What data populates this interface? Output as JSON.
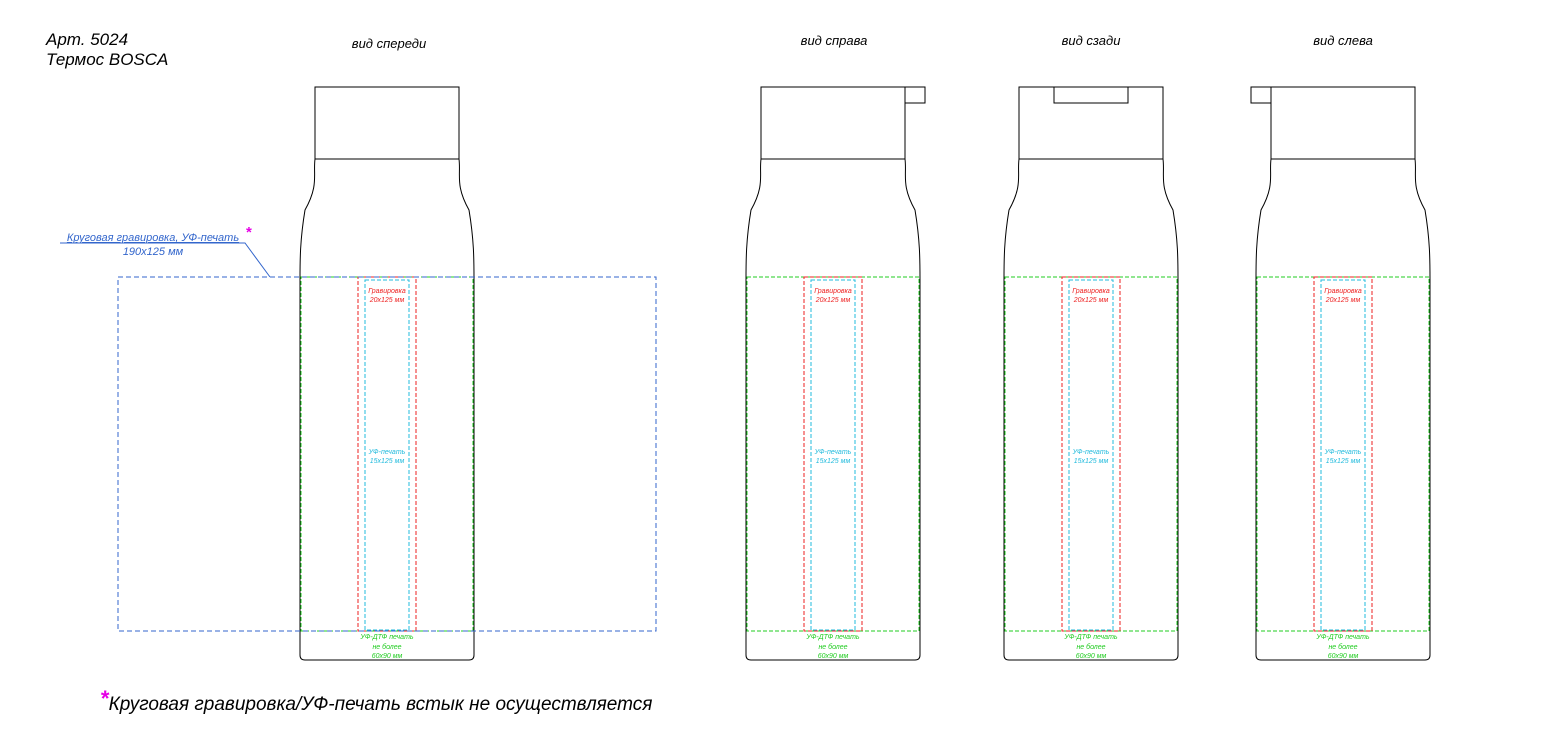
{
  "header": {
    "article": "Арт. 5024",
    "product": "Термос BOSCA"
  },
  "views": [
    {
      "id": "front",
      "title": "вид спереди",
      "lid_tab": "none"
    },
    {
      "id": "right",
      "title": "вид справа",
      "lid_tab": "right"
    },
    {
      "id": "back",
      "title": "вид сзади",
      "lid_tab": "top"
    },
    {
      "id": "left",
      "title": "вид слева",
      "lid_tab": "left"
    }
  ],
  "wrap_area": {
    "title": "Круговая гравировка, УФ-печать",
    "asterisk": "*",
    "size": "190x125 мм",
    "color": "#3366cc"
  },
  "engraving_area": {
    "title": "Гравировка",
    "size": "20x125 мм",
    "color": "#ee2222"
  },
  "uv_area": {
    "title": "УФ-печать",
    "size": "15x125 мм",
    "color": "#22bbdd"
  },
  "dtf_area": {
    "line1": "УФ-ДТФ печать",
    "line2": "не более",
    "line3": "60x90 мм",
    "color": "#22cc22"
  },
  "outline_color": "#000000",
  "asterisk_color": "#e600e6",
  "footnote": {
    "asterisk": "*",
    "text": "Круговая гравировка/УФ-печать встык не осуществляется"
  }
}
